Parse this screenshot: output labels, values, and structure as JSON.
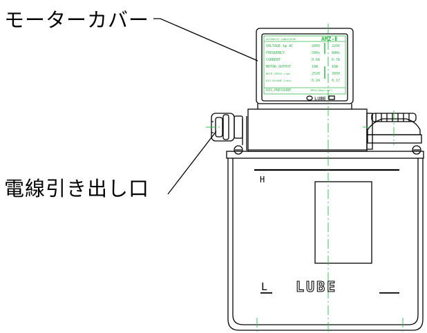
{
  "callouts": {
    "motor_cover": "モーターカバー",
    "cable_outlet": "電線引き出し口"
  },
  "nameplate": {
    "heading_left": "AUTOMATIC LUBRICATOR",
    "heading_right": "AMZ-Ⅱ",
    "rows": [
      {
        "label": "VOLTAGE 1φ AC",
        "v1": "200V",
        "v2": "220V"
      },
      {
        "label": "FREQUENCY",
        "v1": "50Hz",
        "v2": "60Hz"
      },
      {
        "label": "CURRENT",
        "v1": "0.6A",
        "v2": "0.7A"
      },
      {
        "label": "MOTOR OUTPUT",
        "v1": "10W",
        "v2": "10W"
      },
      {
        "label": "MOTR SPEED r/pm",
        "v1": "2520",
        "v2": "3030"
      },
      {
        "label": "DIS.VOLUME l/min",
        "v1": "0.24",
        "v2": "0.17"
      },
      {
        "label": "DIS.PRESSURE",
        "v1": "2MPa(20kgf/cm²)",
        "v2": ""
      }
    ],
    "brand": "LUBE"
  },
  "tank": {
    "high_mark": "H",
    "low_mark": "L",
    "brand": "LUBE"
  },
  "colors": {
    "line": "#000000",
    "plate_text": "#2fb84a",
    "centerline": "#2fb84a"
  }
}
